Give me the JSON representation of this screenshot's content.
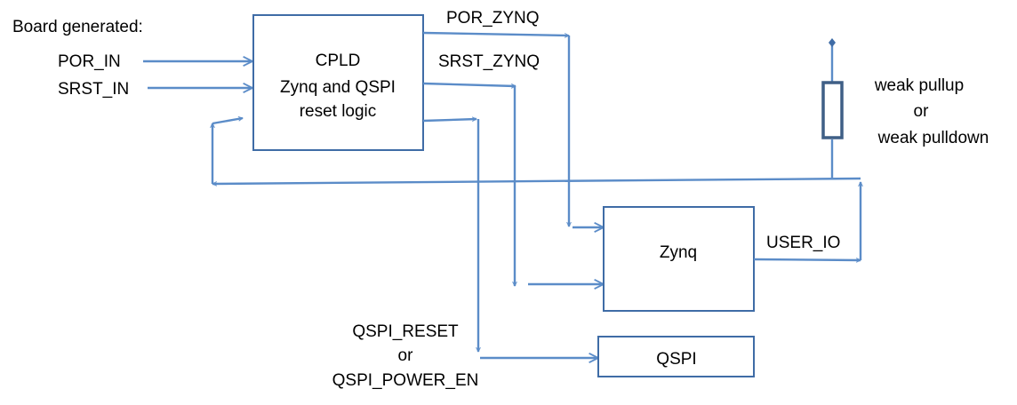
{
  "diagram": {
    "header_label": "Board generated:",
    "inputs": {
      "por_in": "POR_IN",
      "srst_in": "SRST_IN"
    },
    "cpld_block": {
      "line1": "CPLD",
      "line2": "Zynq and QSPI",
      "line3": "reset logic"
    },
    "signals": {
      "por_zynq": "POR_ZYNQ",
      "srst_zynq": "SRST_ZYNQ",
      "user_io": "USER_IO",
      "qspi_reset": "QSPI_RESET",
      "qspi_or": "or",
      "qspi_power_en": "QSPI_POWER_EN"
    },
    "zynq_block": {
      "label": "Zynq"
    },
    "qspi_block": {
      "label": "QSPI"
    },
    "resistor_note": {
      "line1": "weak pullup",
      "line2": "or",
      "line3": "weak pulldown"
    },
    "colors": {
      "wire": "#5b8cc8",
      "box_border": "#3f6ca6",
      "resistor": "#3f5f86"
    }
  }
}
